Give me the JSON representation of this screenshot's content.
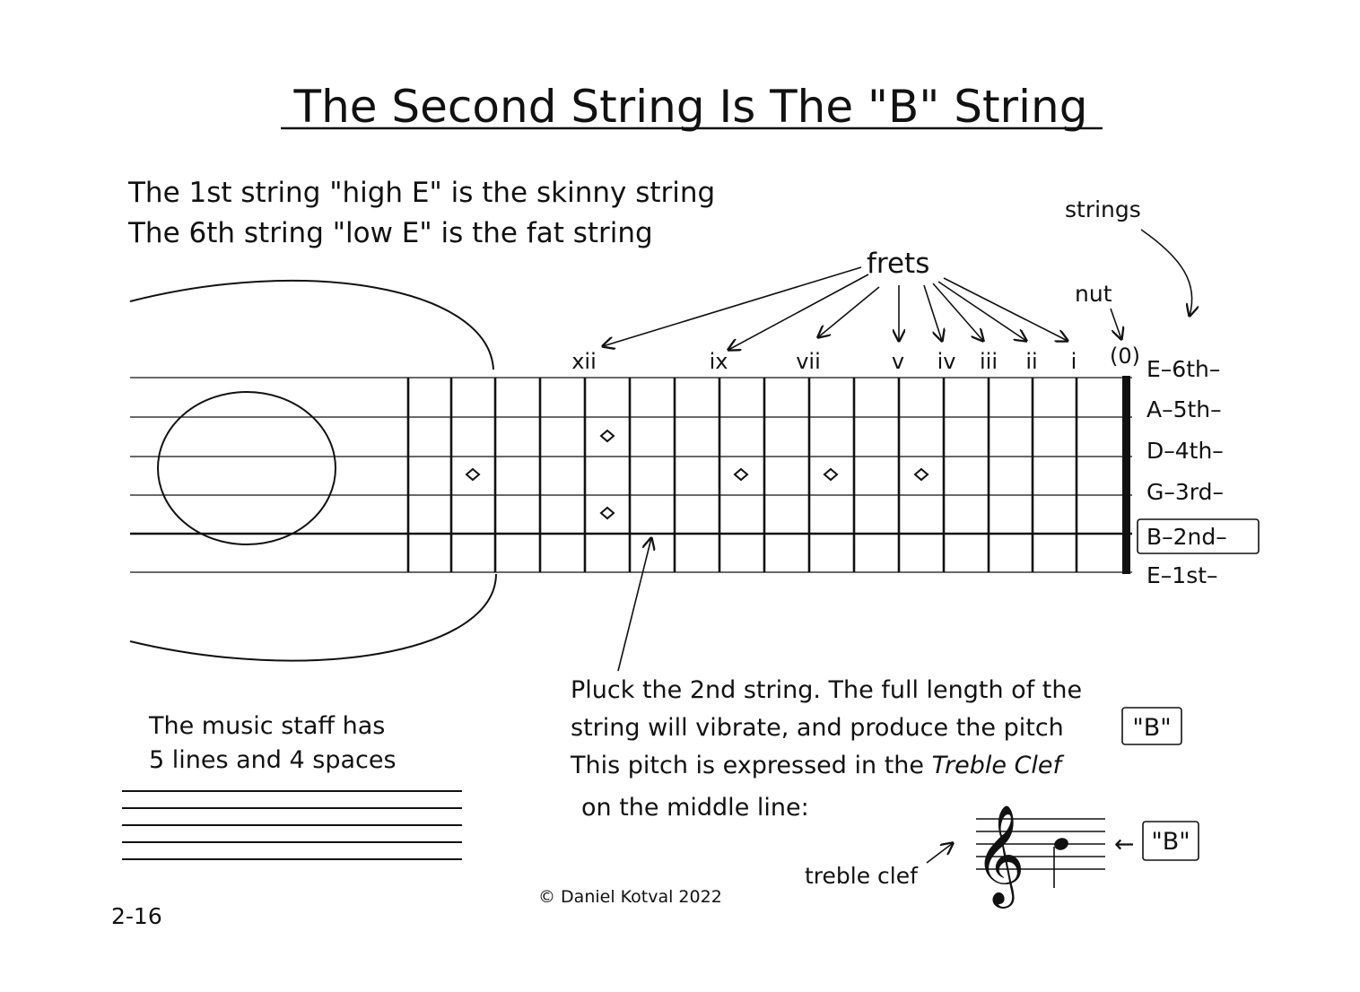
{
  "title": "The Second String Is The \"B\" String",
  "intro": {
    "line1": "The 1st string \"high E\" is the skinny string",
    "line2": "The 6th string \"low E\" is the fat string"
  },
  "labels": {
    "frets": "frets",
    "strings": "strings",
    "nut": "nut"
  },
  "fret_markers": [
    "xii",
    "ix",
    "vii",
    "v",
    "iv",
    "iii",
    "ii",
    "i",
    "(0)"
  ],
  "string_names": [
    "E–6th–",
    "A–5th–",
    "D–4th–",
    "G–3rd–",
    "B–2nd–",
    "E–1st–"
  ],
  "highlighted_string": "B–2nd–",
  "staff_note": {
    "line1": "The music staff has",
    "line2": "5 lines and 4 spaces"
  },
  "pluck_text": {
    "line1": "Pluck the 2nd string. The full length of the",
    "line2": "string will vibrate, and produce the pitch",
    "line2_box": "\"B\"",
    "line3_prefix": "This pitch is expressed in the",
    "line3_italic": "Treble Clef",
    "line4": "on the  middle line:"
  },
  "treble_clef_label": "treble clef",
  "clef_symbol": "𝄞",
  "note_box": "\"B\"",
  "arrow_glyph": "←",
  "copyright": "© Daniel Kotval 2022",
  "page_number": "2-16"
}
